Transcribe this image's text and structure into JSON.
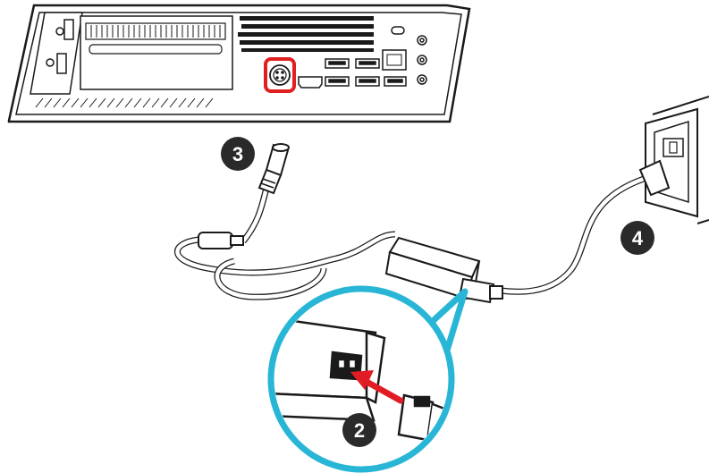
{
  "steps": [
    {
      "number": "3",
      "meaning": "connect-dc-plug-to-pc"
    },
    {
      "number": "4",
      "meaning": "plug-into-wall-outlet"
    },
    {
      "number": "2",
      "meaning": "plug-power-cord-into-adapter"
    }
  ],
  "highlight_color": "#e02020",
  "callout_color": "#29b6d6",
  "arrow_color": "#e21c24",
  "icons": {
    "pc": "mini-pc-back-panel-illustration",
    "adapter": "power-adapter-brick",
    "outlet": "wall-outlet",
    "dc_plug": "round-dc-plug",
    "ferrite": "ferrite-bead"
  }
}
